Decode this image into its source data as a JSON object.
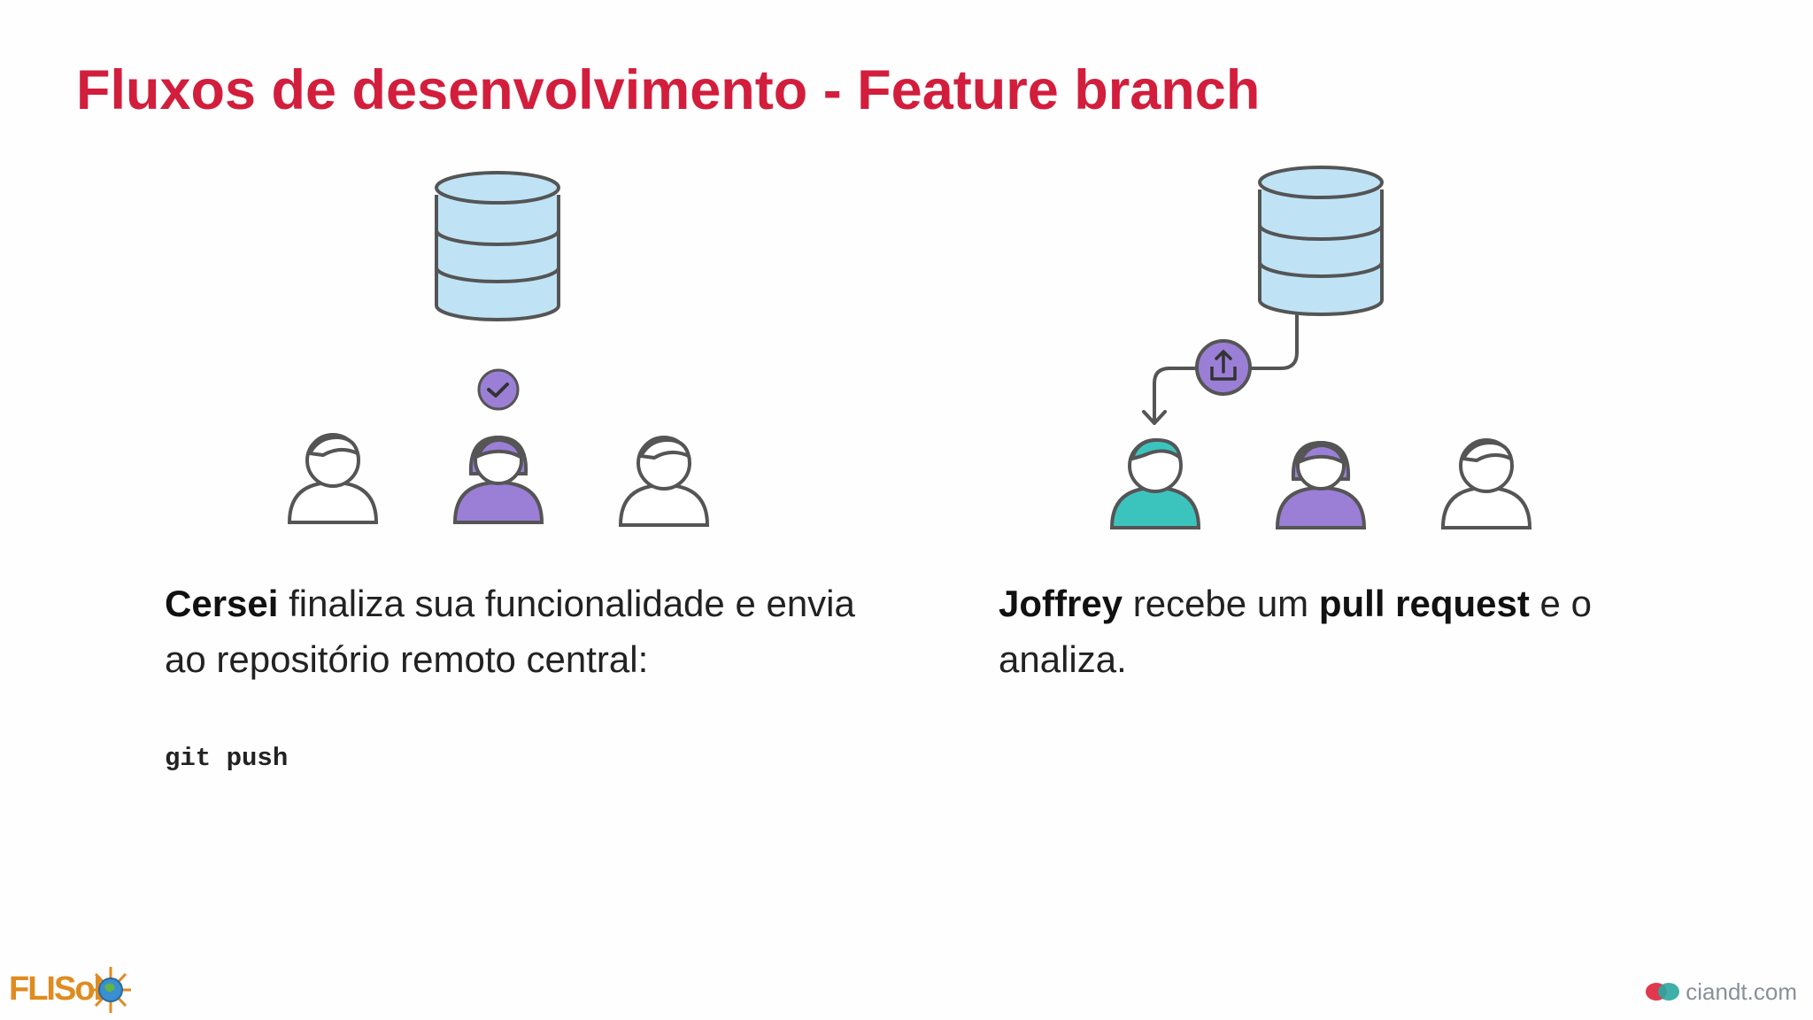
{
  "slide": {
    "title": "Fluxos de desenvolvimento - Feature branch"
  },
  "left_panel": {
    "name": "Cersei",
    "text_part1": " finaliza sua funcionalidade e envia ao repositório remoto central:",
    "command": "git push"
  },
  "right_panel": {
    "name": "Joffrey",
    "text_part1": " recebe um ",
    "highlight": "pull request",
    "text_part2": " e o analiza."
  },
  "footer": {
    "left_logo": "FLISoL",
    "right_logo": "ciandt.com"
  },
  "colors": {
    "title": "#d21e3c",
    "repo_fill": "#bfe3f5",
    "purple": "#9b7fd6",
    "teal": "#3bc4bd",
    "outline": "#555555"
  },
  "icons": {
    "left_badge": "check-icon",
    "right_badge": "upload-icon"
  }
}
